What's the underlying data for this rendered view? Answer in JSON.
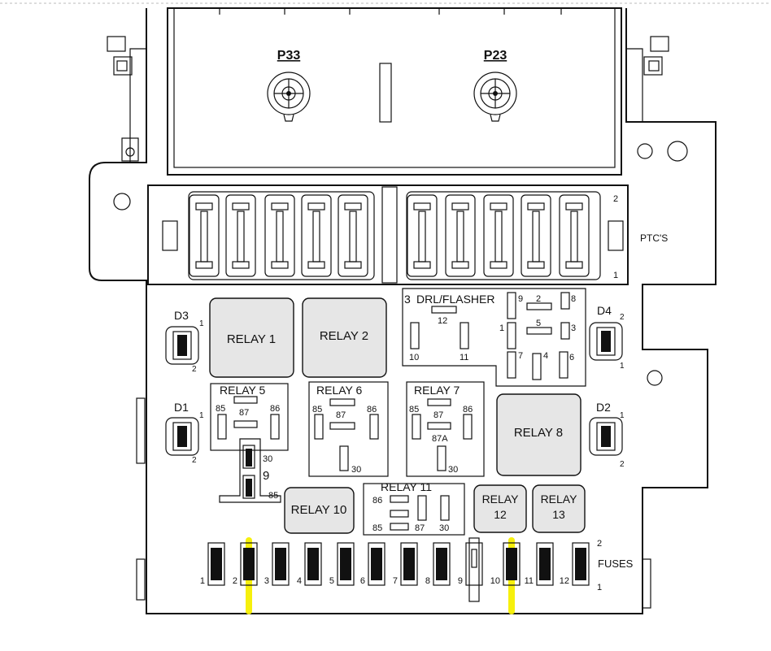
{
  "connectors": {
    "left": "P33",
    "right": "P23"
  },
  "ptc": {
    "label": "PTC'S",
    "pin_top": "2",
    "pin_bottom": "1"
  },
  "drl": {
    "title_num": "3",
    "title": "DRL/FLASHER",
    "pins": [
      "12",
      "10",
      "11",
      "9",
      "8",
      "2",
      "5",
      "1",
      "3",
      "7",
      "4",
      "6"
    ]
  },
  "relays": {
    "r1": "RELAY 1",
    "r2": "RELAY 2",
    "r5": "RELAY 5",
    "r6": "RELAY 6",
    "r7": "RELAY 7",
    "r8": "RELAY 8",
    "r10": "RELAY 10",
    "r11": "RELAY 11",
    "r12_line1": "RELAY",
    "r12_line2": "12",
    "r13_line1": "RELAY",
    "r13_line2": "13"
  },
  "relay_pins": {
    "p85": "85",
    "p86": "86",
    "p87": "87",
    "p87a": "87A",
    "p30": "30"
  },
  "diodes": {
    "d1": {
      "label": "D1",
      "pin1": "1",
      "pin2": "2"
    },
    "d2": {
      "label": "D2",
      "pin1": "1",
      "pin2": "2"
    },
    "d3": {
      "label": "D3",
      "pin1": "1",
      "pin2": "2"
    },
    "d4": {
      "label": "D4",
      "pin1": "1",
      "pin2": "2"
    }
  },
  "fuse9": {
    "label": "9",
    "pin30": "30",
    "pin85": "85"
  },
  "fuses": {
    "label": "FUSES",
    "pin_top": "2",
    "pin_bottom": "1",
    "numbers": [
      "1",
      "2",
      "3",
      "4",
      "5",
      "6",
      "7",
      "8",
      "9",
      "10",
      "11",
      "12"
    ],
    "highlighted": [
      "2",
      "10"
    ]
  },
  "colors": {
    "highlight": "#f5ef00",
    "ink": "#111111"
  }
}
